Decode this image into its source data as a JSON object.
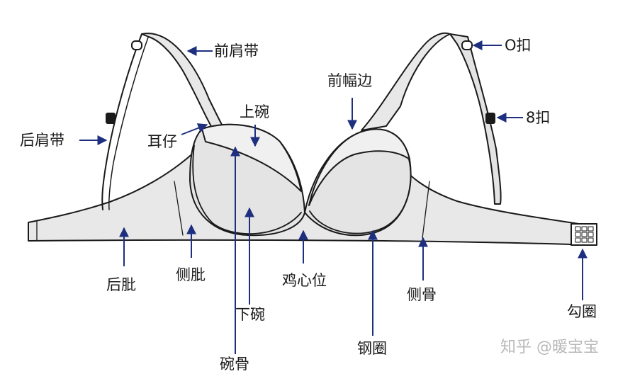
{
  "labels": {
    "front_strap": "前肩带",
    "o_ring": "O扣",
    "neckline_edge": "前幅边",
    "upper_cup": "上碗",
    "back_strap": "后肩带",
    "strap_tab": "耳仔",
    "eight_slider": "8扣",
    "back_wing": "后肶",
    "side_wing": "侧肶",
    "center_gore": "鸡心位",
    "side_bone": "侧骨",
    "hook_eye": "勾圈",
    "lower_cup": "下碗",
    "underwire": "钢圈",
    "cup_seam": "碗骨"
  },
  "watermark": "知乎 @暖宝宝",
  "colors": {
    "line": "#1a1a1a",
    "fabric": "#e6e6e6",
    "fabric_light": "#f0f0f0",
    "arrow": "#1e2f80"
  }
}
